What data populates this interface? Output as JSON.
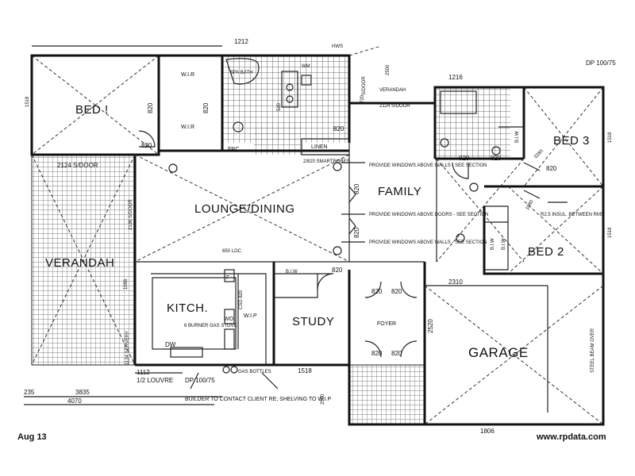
{
  "rooms": {
    "bed1": "BED !",
    "wir1": "W.I.R",
    "wir2": "W.I.R",
    "lounge": "LOUNGE/DINING",
    "family": "FAMILY",
    "bed3": "BED 3",
    "bed2": "BED 2",
    "verandah_left": "VERANDAH",
    "verandah_top": "VERANDAH",
    "kitch": "KITCH.",
    "study": "STUDY",
    "foyer": "FOYER",
    "garage": "GARAGE",
    "linen": "LINEN",
    "frc": "FRC",
    "wip": "W.I.P",
    "biw1": "B.I.W",
    "biw2": "B.I.W",
    "biw3": "B.I.W",
    "biw4": "B.I.W"
  },
  "notes": {
    "windows_above_walls_1": "PROVIDE WINDOWS ABOVE WALLS - SEE SECTION",
    "windows_above_doors": "PROVIDE WINDOWS ABOVE DOORS - SEE SECTION",
    "windows_above_walls_2": "PROVIDE WINDOWS ABOVE WALLS - SEE SECTION",
    "insul": "R2.5 INSUL. BETWEEN RMS",
    "builder": "BUILDER TO CONTACT CLIENT RE; SHELVING TO W.I.P",
    "sliding_door_left": "2124 S/DOOR",
    "sliding_door_top": "2124 S/DOOR",
    "sliding_door_vert": "2136 S/DOOR",
    "smartrobes": "2/820 SMARTROBES",
    "louvre": "1/2 LOUVRE",
    "dp_left": "DP 100/75",
    "dp_right": "DP 100/75",
    "burner": "6 BURNER GAS STOVE",
    "gas": "GAS BOTTLES",
    "beam": "STEEL BEAM OVER",
    "spa": "SPA BATH",
    "dw": "DW",
    "f": "F",
    "wo": "WO",
    "csd": "CSD 820",
    "server": "1124 SERVERY",
    "lintel": "650 LOC",
    "hws": "HWS",
    "wm": "WM",
    "s_door": "S/DOOR"
  },
  "dims": {
    "d1212": "1212",
    "d1216": "1216",
    "d1518a": "1518",
    "d1518b": "1518",
    "d1518c": "1518",
    "d1518d": "1518",
    "d820a": "820",
    "d820b": "820",
    "d820c": "820",
    "d820d": "820",
    "d820e": "820",
    "d820f": "820",
    "d820g": "820",
    "d820h": "820",
    "d820i": "820",
    "d820j": "820",
    "d820k": "820",
    "d820l": "820",
    "d820m": "820",
    "d820n": "820",
    "d2310": "2310",
    "d3835": "3835",
    "d4070": "4070",
    "d235": "235",
    "d1806": "1806",
    "d2500a": "2500",
    "d2500b": "2500",
    "d1112": "1112",
    "d2520": "2520",
    "d3285": "3285",
    "d1080": "1080",
    "d1056": "1056",
    "d720": "720",
    "d520": "520"
  },
  "footer": {
    "date": "Aug 13",
    "site": "www.rpdata.com"
  }
}
